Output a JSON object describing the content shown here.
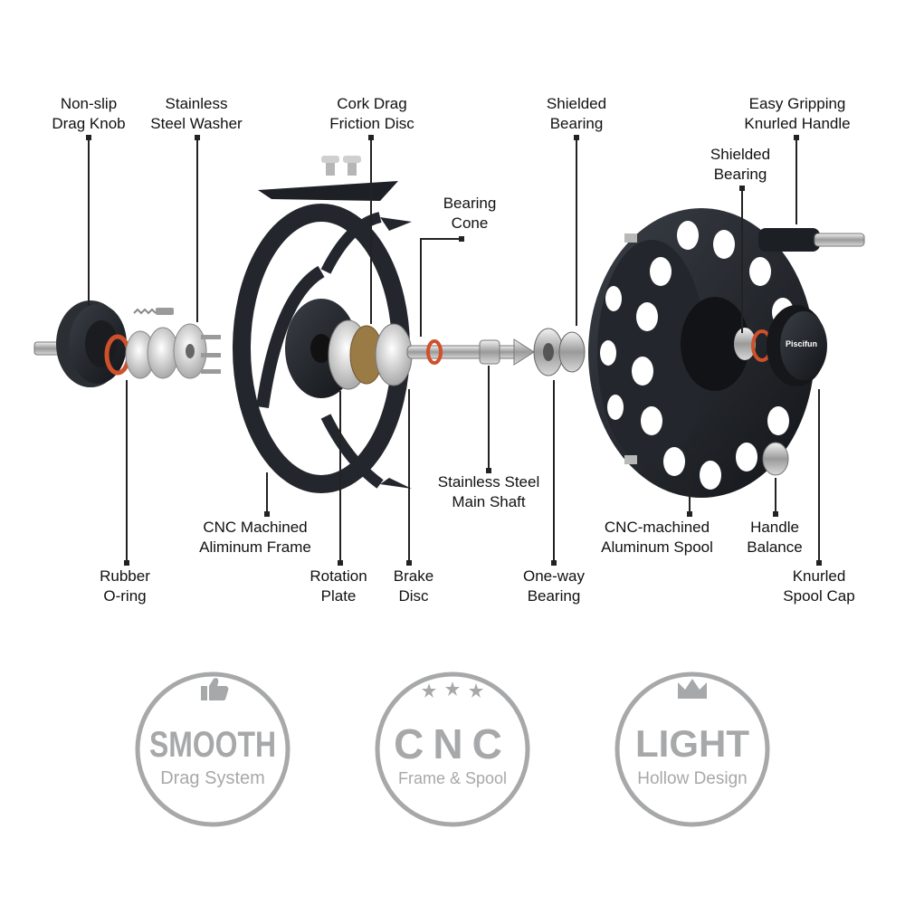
{
  "labels": {
    "non_slip_drag_knob": [
      "Non-slip",
      "Drag Knob"
    ],
    "stainless_steel_washer": [
      "Stainless",
      "Steel Washer"
    ],
    "cork_drag_friction_disc": [
      "Cork Drag",
      "Friction Disc"
    ],
    "shielded_bearing_top": [
      "Shielded",
      "Bearing"
    ],
    "easy_gripping_knurled_handle": [
      "Easy Gripping",
      "Knurled Handle"
    ],
    "shielded_bearing_inner": [
      "Shielded",
      "Bearing"
    ],
    "bearing_cone": [
      "Bearing",
      "Cone"
    ],
    "stainless_steel_main_shaft": [
      "Stainless Steel",
      "Main Shaft"
    ],
    "cnc_machined_aluminum_frame": [
      "CNC Machined",
      "Aliminum Frame"
    ],
    "cnc_machined_aluminum_spool": [
      "CNC-machined",
      "Aluminum Spool"
    ],
    "handle_balance": [
      "Handle",
      "Balance"
    ],
    "rubber_o_ring": [
      "Rubber",
      "O-ring"
    ],
    "rotation_plate": [
      "Rotation",
      "Plate"
    ],
    "brake_disc": [
      "Brake",
      "Disc"
    ],
    "one_way_bearing": [
      "One-way",
      "Bearing"
    ],
    "knurled_spool_cap": [
      "Knurled",
      "Spool Cap"
    ]
  },
  "brand_mark": "Piscifun",
  "badges": [
    {
      "title": "SMOOTH",
      "subtitle": "Drag System",
      "icon": "thumbs-up-icon"
    },
    {
      "title": "CNC",
      "subtitle": "Frame & Spool",
      "icon": "three-stars-icon"
    },
    {
      "title": "LIGHT",
      "subtitle": "Hollow Design",
      "icon": "crown-icon"
    }
  ],
  "colors": {
    "badge_gray": "#a7a8aa",
    "line": "#222222",
    "metal_dark": "#1c1f24",
    "o_ring": "#d0502a",
    "cork": "#9b7b45"
  }
}
